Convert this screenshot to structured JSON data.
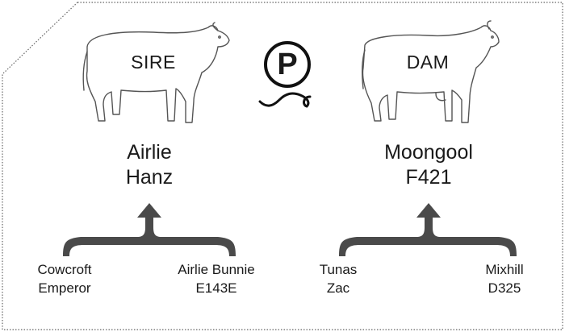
{
  "sire": {
    "badge": "SIRE",
    "name_line1": "Airlie",
    "name_line2": "Hanz",
    "grandsire": {
      "line1": "Cowcroft",
      "line2": "Emperor"
    },
    "granddam": {
      "line1": "Airlie Bunnie",
      "line2": "E143E"
    }
  },
  "dam": {
    "badge": "DAM",
    "name_line1": "Moongool",
    "name_line2": "F421",
    "grandsire": {
      "line1": "Tunas",
      "line2": "Zac"
    },
    "granddam": {
      "line1": "Mixhill",
      "line2": "D325"
    }
  },
  "polled_symbol": "P",
  "colors": {
    "arrow": "#4a4a4a",
    "outline": "#555555",
    "text": "#1a1a1a"
  },
  "icons": [
    "bull-icon",
    "cow-icon",
    "polled-icon",
    "arrow-up-icon"
  ]
}
